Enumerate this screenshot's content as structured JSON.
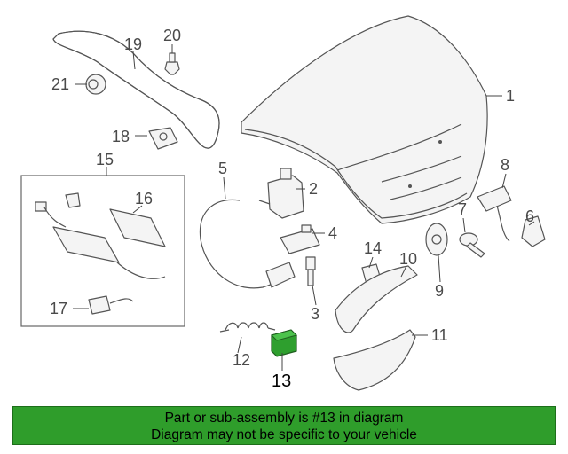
{
  "diagram": {
    "callouts": [
      "1",
      "2",
      "3",
      "4",
      "5",
      "6",
      "7",
      "8",
      "9",
      "10",
      "11",
      "12",
      "13",
      "14",
      "15",
      "16",
      "17",
      "18",
      "19",
      "20",
      "21"
    ],
    "highlighted_part": "13",
    "highlight_color": "#2e9f2e"
  },
  "banner": {
    "line1": "Part or sub-assembly is #13 in diagram",
    "line2": "Diagram may not be specific to your vehicle",
    "background": "#2f9d2b"
  }
}
